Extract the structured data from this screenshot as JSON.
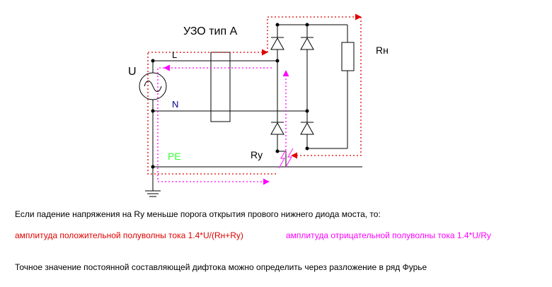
{
  "diagram": {
    "title": "УЗО тип А",
    "labels": {
      "source": "U",
      "phase": "L",
      "neutral": "N",
      "protective_earth": "PE",
      "load": "Rн",
      "leakage_resistance": "Rу"
    },
    "colors": {
      "wire": "#000000",
      "phase_label": "#000000",
      "neutral_label": "#00008b",
      "pe_label": "#33ff33",
      "positive_path": "#e00000",
      "negative_path": "#ff00ff",
      "leakage_arrow": "#ff33ff"
    }
  },
  "captions": {
    "condition": "Если падение напряжения на Ry меньше порога открытия прового нижнего диода моста, то:",
    "positive_half_wave": "амплитуда положительной полуволны тока 1.4*U/(Rн+Ry)",
    "negative_half_wave": "амплитуда отрицательной полуволны тока 1.4*U/Ry",
    "fourier_note": "Точное значение постоянной составляющей дифтока можно определить через разложение в ряд Фурье"
  }
}
